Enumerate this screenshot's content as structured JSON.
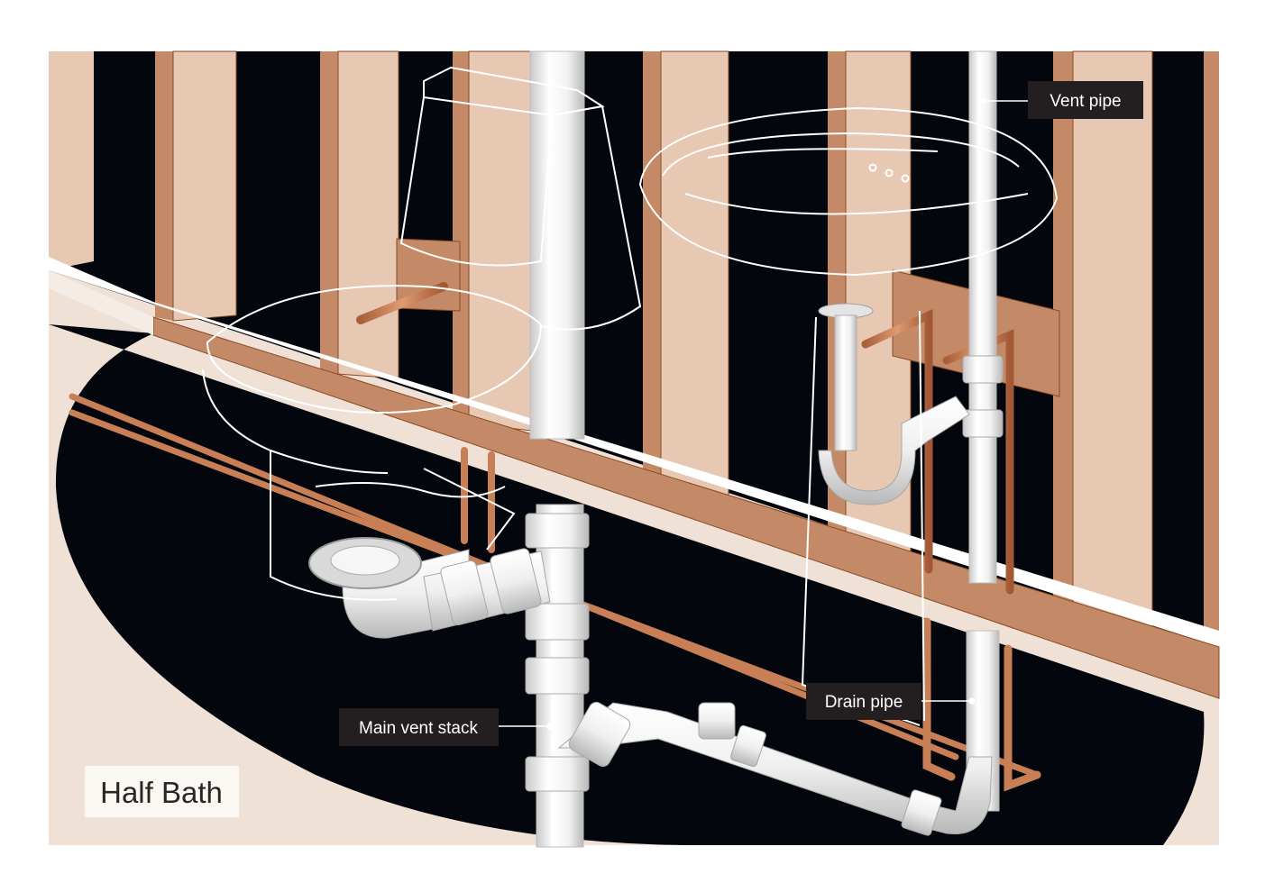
{
  "title": "Half Bath",
  "callouts": {
    "vent_pipe": "Vent pipe",
    "drain_pipe": "Drain pipe",
    "main_vent_stack": "Main vent stack"
  },
  "colors": {
    "background_floor": "#efe1d6",
    "cavity": "#03060c",
    "stud_face": "#e6c8b3",
    "stud_side": "#c48a68",
    "wood_edge": "#8a4a23",
    "copper": "#c87f56",
    "pvc": "#f4f4f4",
    "label_bg": "#231f20"
  }
}
